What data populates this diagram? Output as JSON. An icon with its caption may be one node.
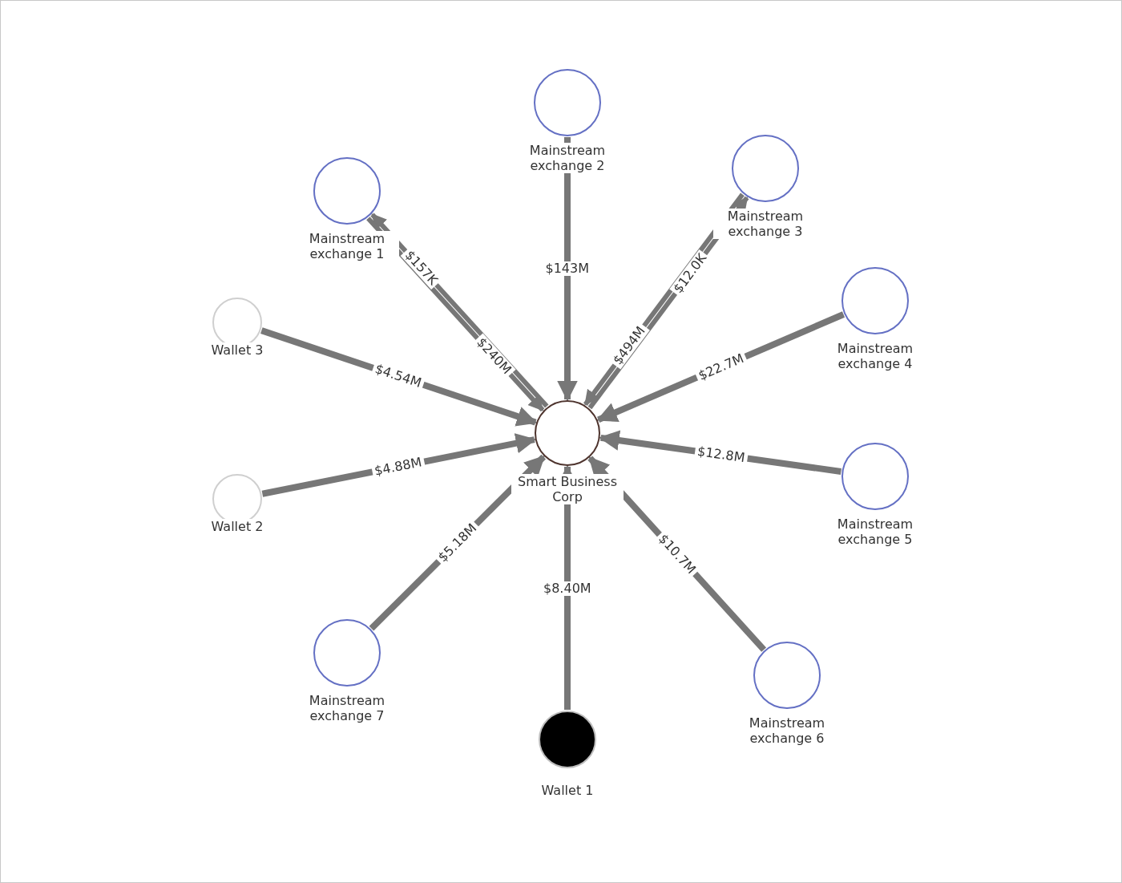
{
  "diagram": {
    "nodes": [
      {
        "text": [
          "Smart Business Corp"
        ]
      },
      {
        "text": [
          "Mainstream exchange 2"
        ]
      },
      {
        "text": [
          "Mainstream exchange 1"
        ]
      },
      {
        "text": [
          "Mainstream exchange 3"
        ]
      },
      {
        "text": [
          "Wallet 3"
        ]
      },
      {
        "text": [
          "Mainstream exchange 4"
        ]
      },
      {
        "text": [
          "Wallet 2"
        ]
      },
      {
        "text": [
          "Mainstream exchange 5"
        ]
      },
      {
        "text": [
          "Mainstream exchange 7"
        ]
      },
      {
        "text": [
          "Mainstream exchange 6"
        ]
      },
      {
        "text": [
          "Wallet 1"
        ]
      }
    ],
    "edges": [
      {
        "from": 1,
        "to": 0,
        "arrow": "to",
        "label": "$143M"
      },
      {
        "from": 0,
        "to": 2,
        "arrow": "to",
        "label": "$157K"
      },
      {
        "from": 2,
        "to": 0,
        "arrow": "to",
        "label": "$240M"
      },
      {
        "from": 0,
        "to": 3,
        "arrow": "to",
        "label": "$12.0K"
      },
      {
        "from": 3,
        "to": 0,
        "arrow": "to",
        "label": "$494M"
      },
      {
        "from": 4,
        "to": 0,
        "arrow": "to",
        "label": "$4.54M"
      },
      {
        "from": 5,
        "to": 0,
        "arrow": "to",
        "label": "$22.7M"
      },
      {
        "from": 6,
        "to": 0,
        "arrow": "to",
        "label": "$4.88M"
      },
      {
        "from": 7,
        "to": 0,
        "arrow": "to",
        "label": "$12.8M"
      },
      {
        "from": 8,
        "to": 0,
        "arrow": "to",
        "label": "$5.18M"
      },
      {
        "from": 9,
        "to": 0,
        "arrow": "to",
        "label": "$10.7M"
      },
      {
        "from": 10,
        "to": 0,
        "arrow": "to",
        "label": "$8.40M"
      }
    ]
  }
}
